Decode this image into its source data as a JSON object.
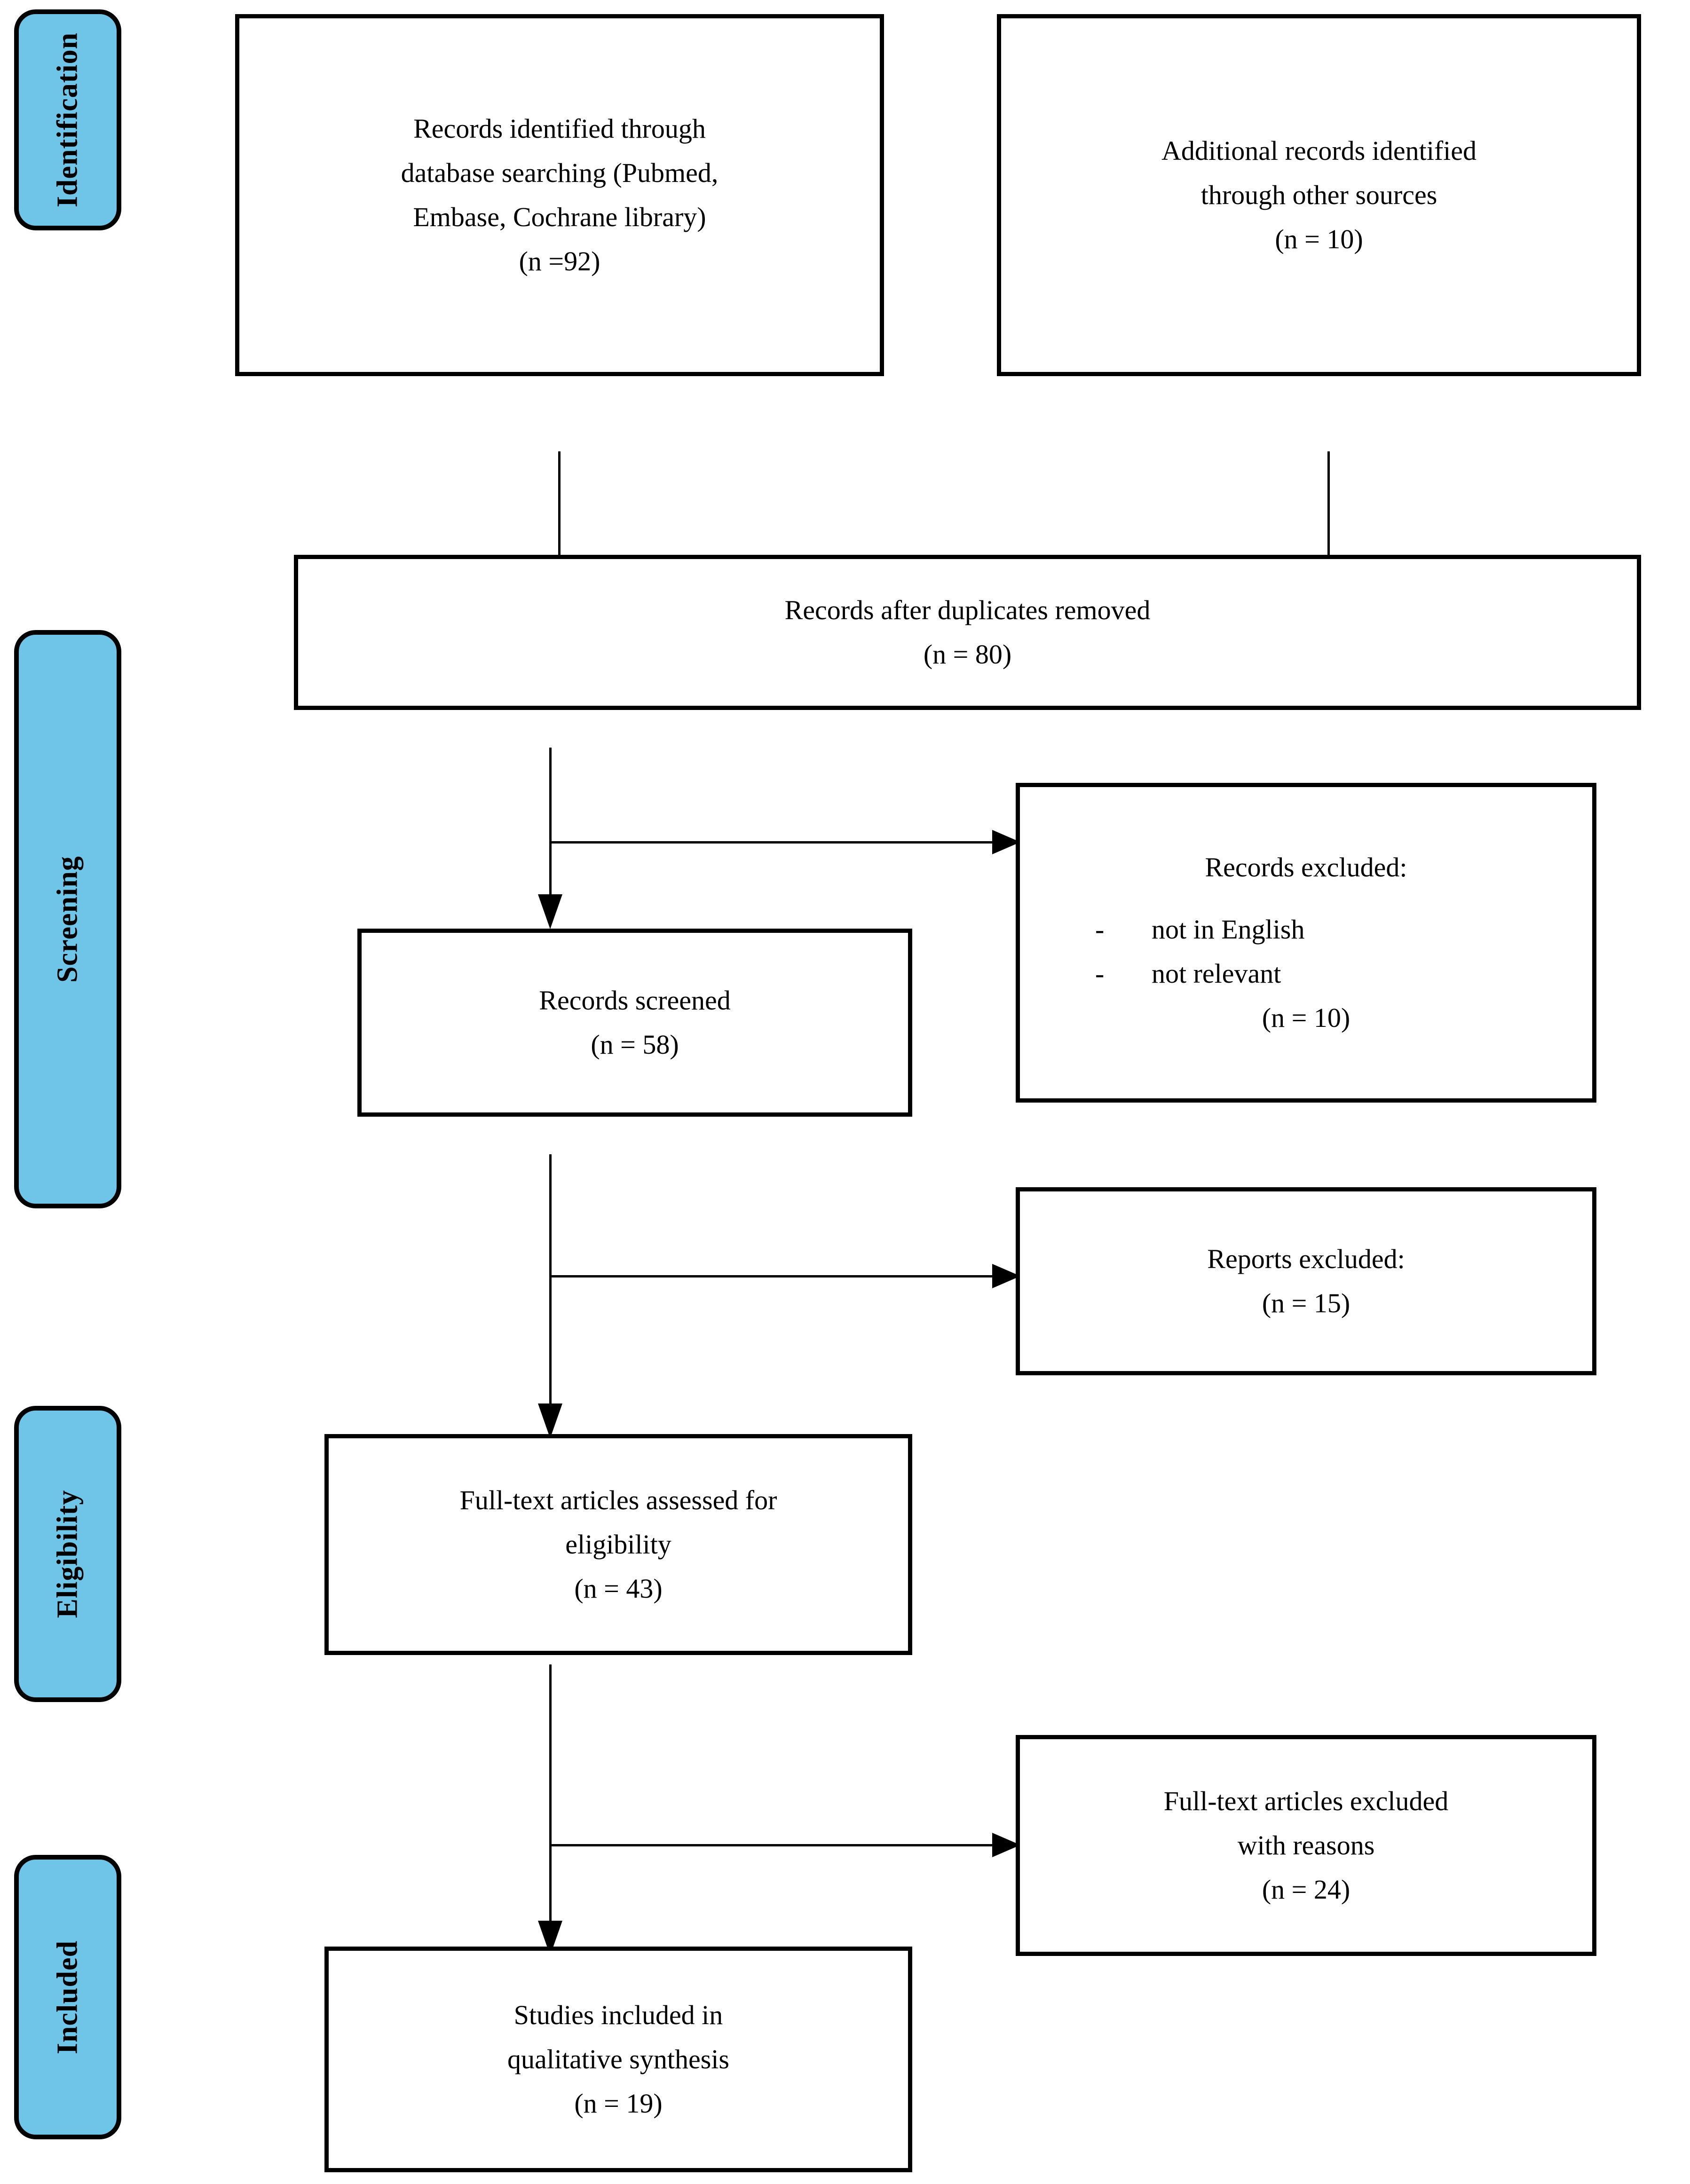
{
  "diagram": {
    "type": "PRISMA flow diagram",
    "accent_color": "#6FC5E8",
    "border_color": "#000000",
    "background_color": "#FFFFFF"
  },
  "stages": [
    {
      "key": "identification",
      "label": "Identification"
    },
    {
      "key": "screening",
      "label": "Screening"
    },
    {
      "key": "eligibility",
      "label": "Eligibility"
    },
    {
      "key": "included",
      "label": "Included"
    }
  ],
  "boxes": {
    "db_search": {
      "line1": "Records identified through",
      "line2": "database searching (Pubmed,",
      "line3": "Embase, Cochrane library)",
      "count": "(n =92)"
    },
    "other_sources": {
      "line1": "Additional records identified",
      "line2": "through other sources",
      "count": "(n = 10)"
    },
    "duplicates_removed": {
      "line1": "Records after duplicates removed",
      "count": "(n = 80)"
    },
    "records_excluded": {
      "line1": "Records excluded:",
      "bullet_marker": "-",
      "bullets": [
        "not in English",
        "not relevant"
      ],
      "count": "(n = 10)"
    },
    "records_screened": {
      "line1": "Records screened",
      "count": "(n = 58)"
    },
    "reports_excluded": {
      "line1": "Reports excluded:",
      "count": "(n = 15)"
    },
    "fulltext_assessed": {
      "line1": "Full-text articles assessed for",
      "line2": "eligibility",
      "count": "(n = 43)"
    },
    "fulltext_excluded": {
      "line1": "Full-text articles excluded",
      "line2": "with reasons",
      "count": "(n = 24)"
    },
    "studies_included": {
      "line1": "Studies included in",
      "line2": "qualitative synthesis",
      "count": "(n = 19)"
    }
  }
}
